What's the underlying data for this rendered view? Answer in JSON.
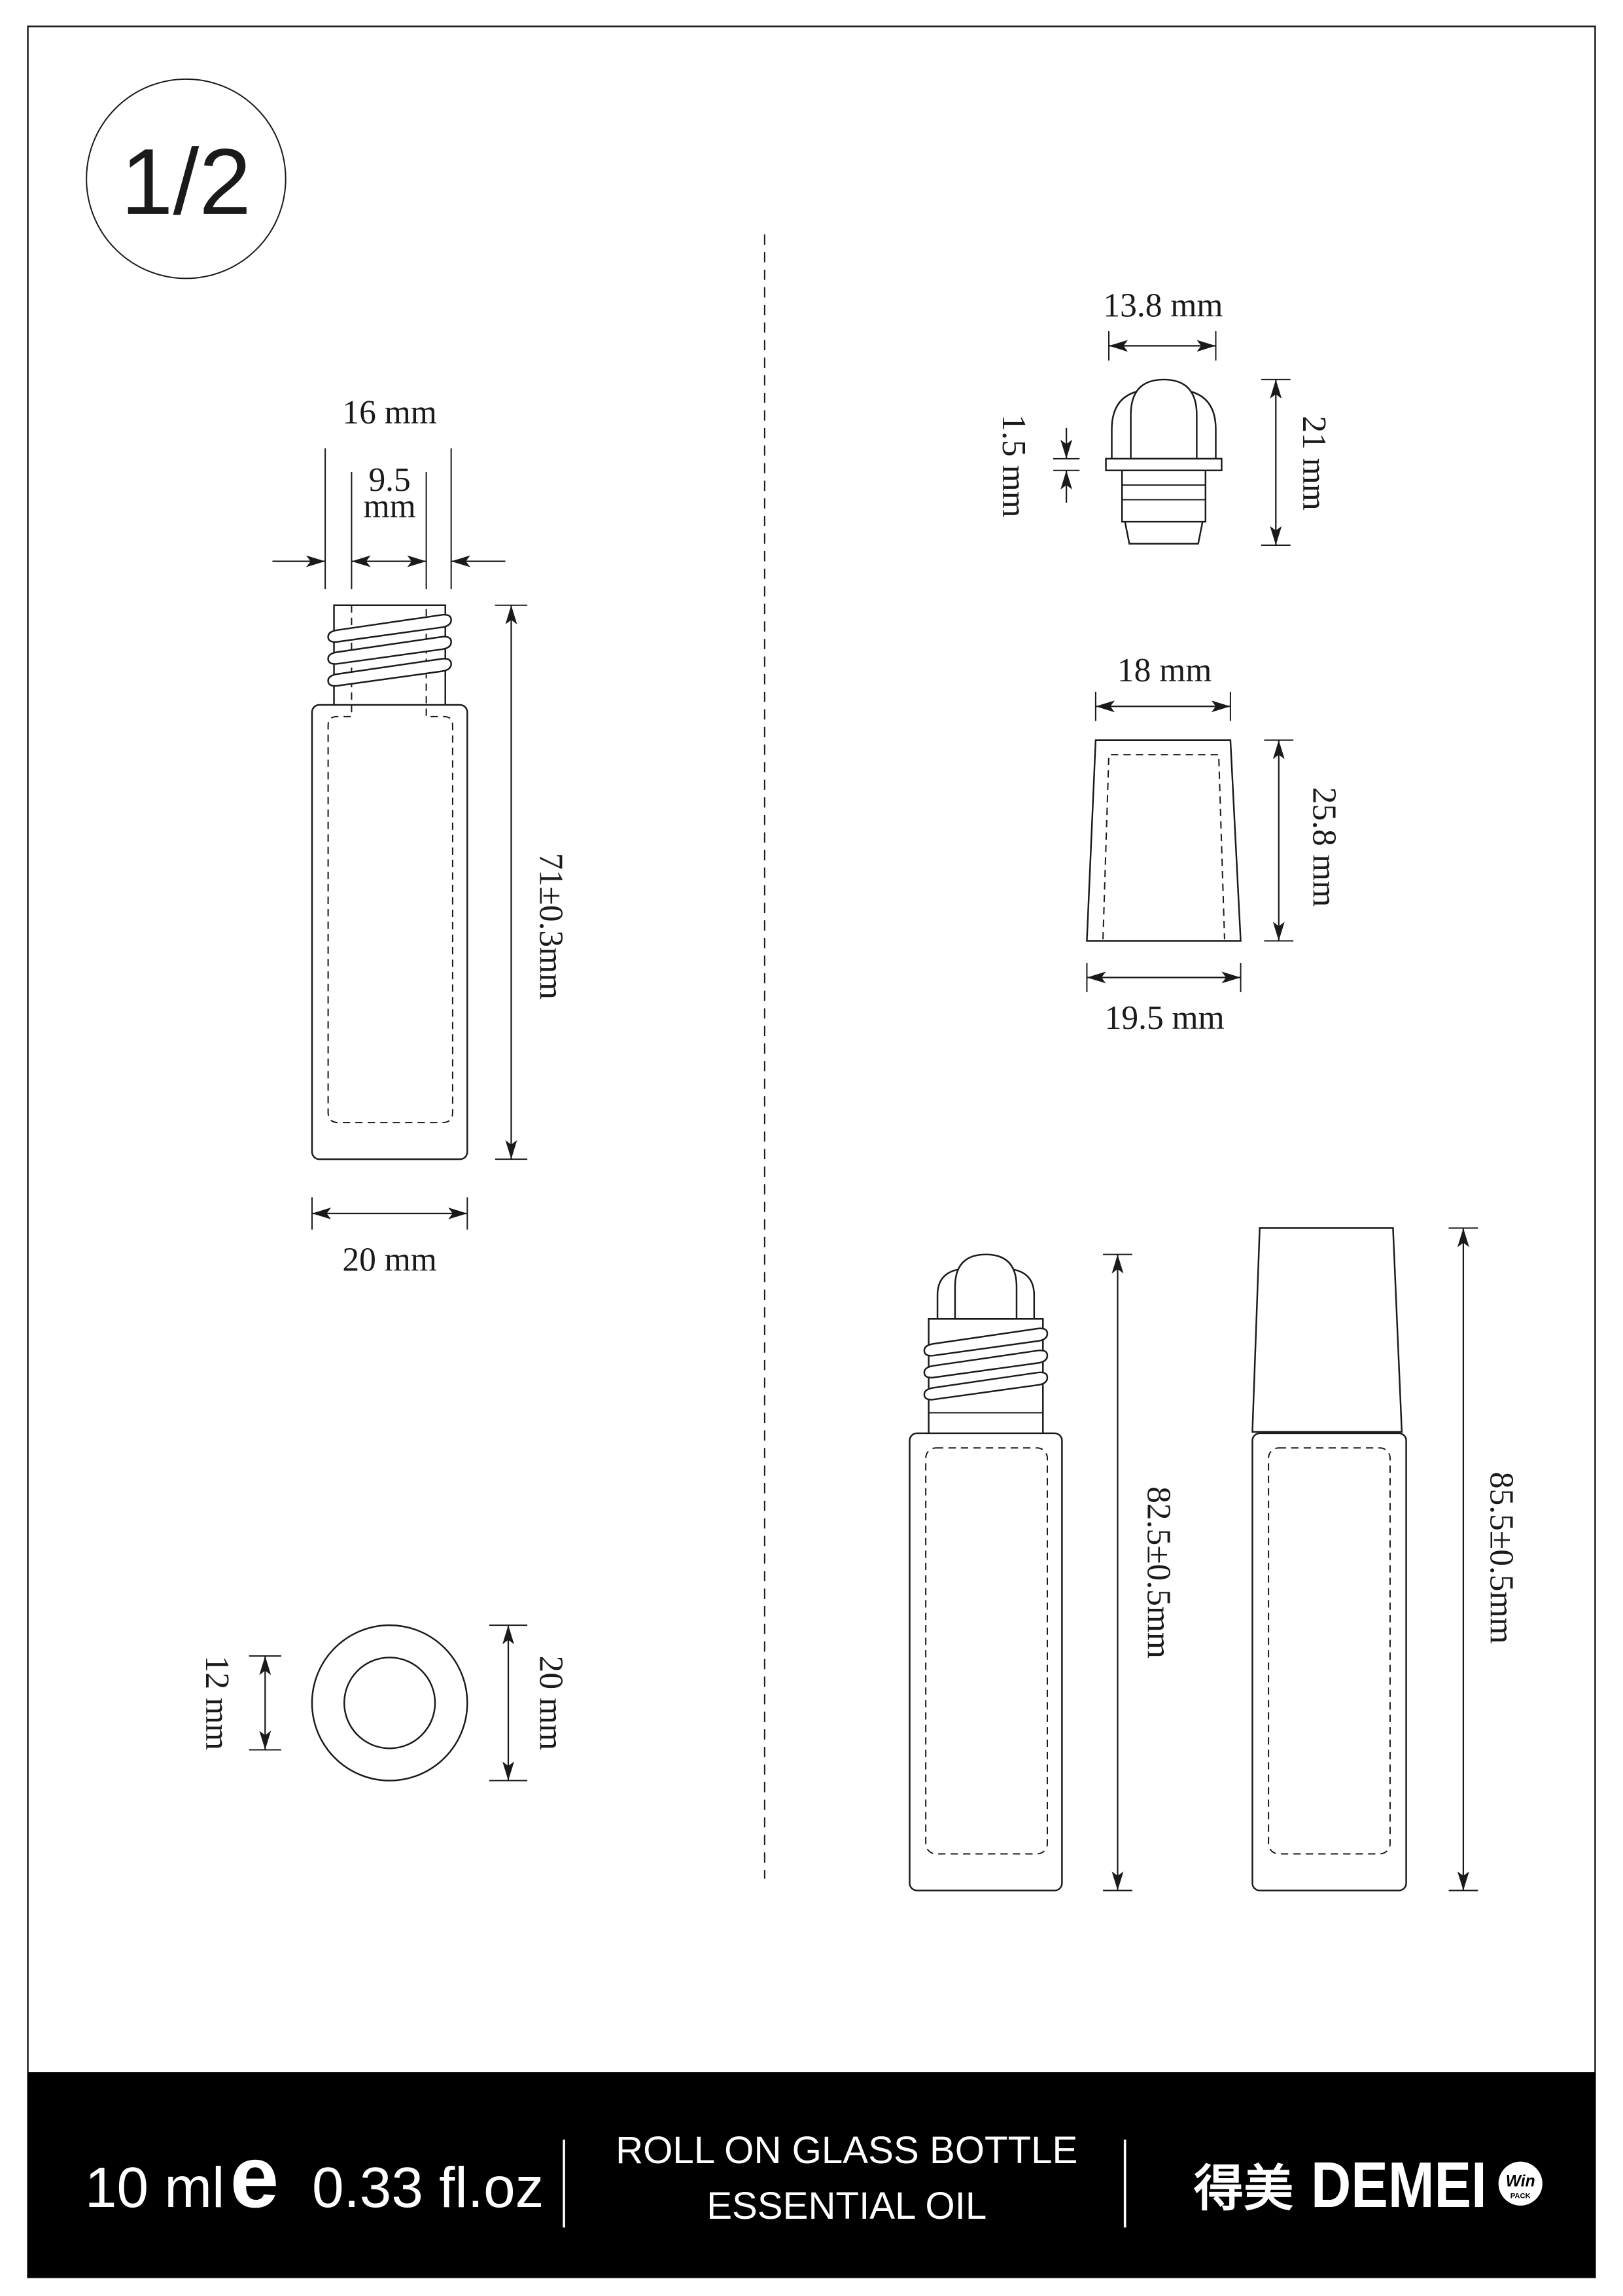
{
  "page": {
    "page_number": "1/2"
  },
  "bottle_view": {
    "neck_outer_diameter": "16 mm",
    "neck_inner_diameter_value": "9.5",
    "neck_inner_diameter_unit": "mm",
    "body_height": "71±0.3mm",
    "body_width": "20 mm"
  },
  "neck_top_view": {
    "inner_diameter": "12 mm",
    "outer_diameter": "20 mm"
  },
  "roller_ball": {
    "width": "13.8 mm",
    "flange_thickness": "1.5 mm",
    "height": "21 mm"
  },
  "cap": {
    "top_width": "18 mm",
    "height": "25.8 mm",
    "bottom_width": "19.5 mm"
  },
  "assembled": {
    "with_roller_height": "82.5±0.5mm",
    "with_cap_height": "85.5±0.5mm"
  },
  "footer": {
    "volume_ml": "10 ml",
    "estimated_mark": "e",
    "volume_floz": "0.33 fl.oz",
    "product_line_1": "ROLL ON GLASS BOTTLE",
    "product_line_2": "ESSENTIAL OIL",
    "brand_chinese": "得美",
    "brand_name": "DEMEI",
    "badge_word": "Win",
    "badge_subword": "PACK"
  },
  "colors": {
    "ink": "#1a1a1a",
    "footer_background": "#000000",
    "footer_text": "#ffffff"
  }
}
